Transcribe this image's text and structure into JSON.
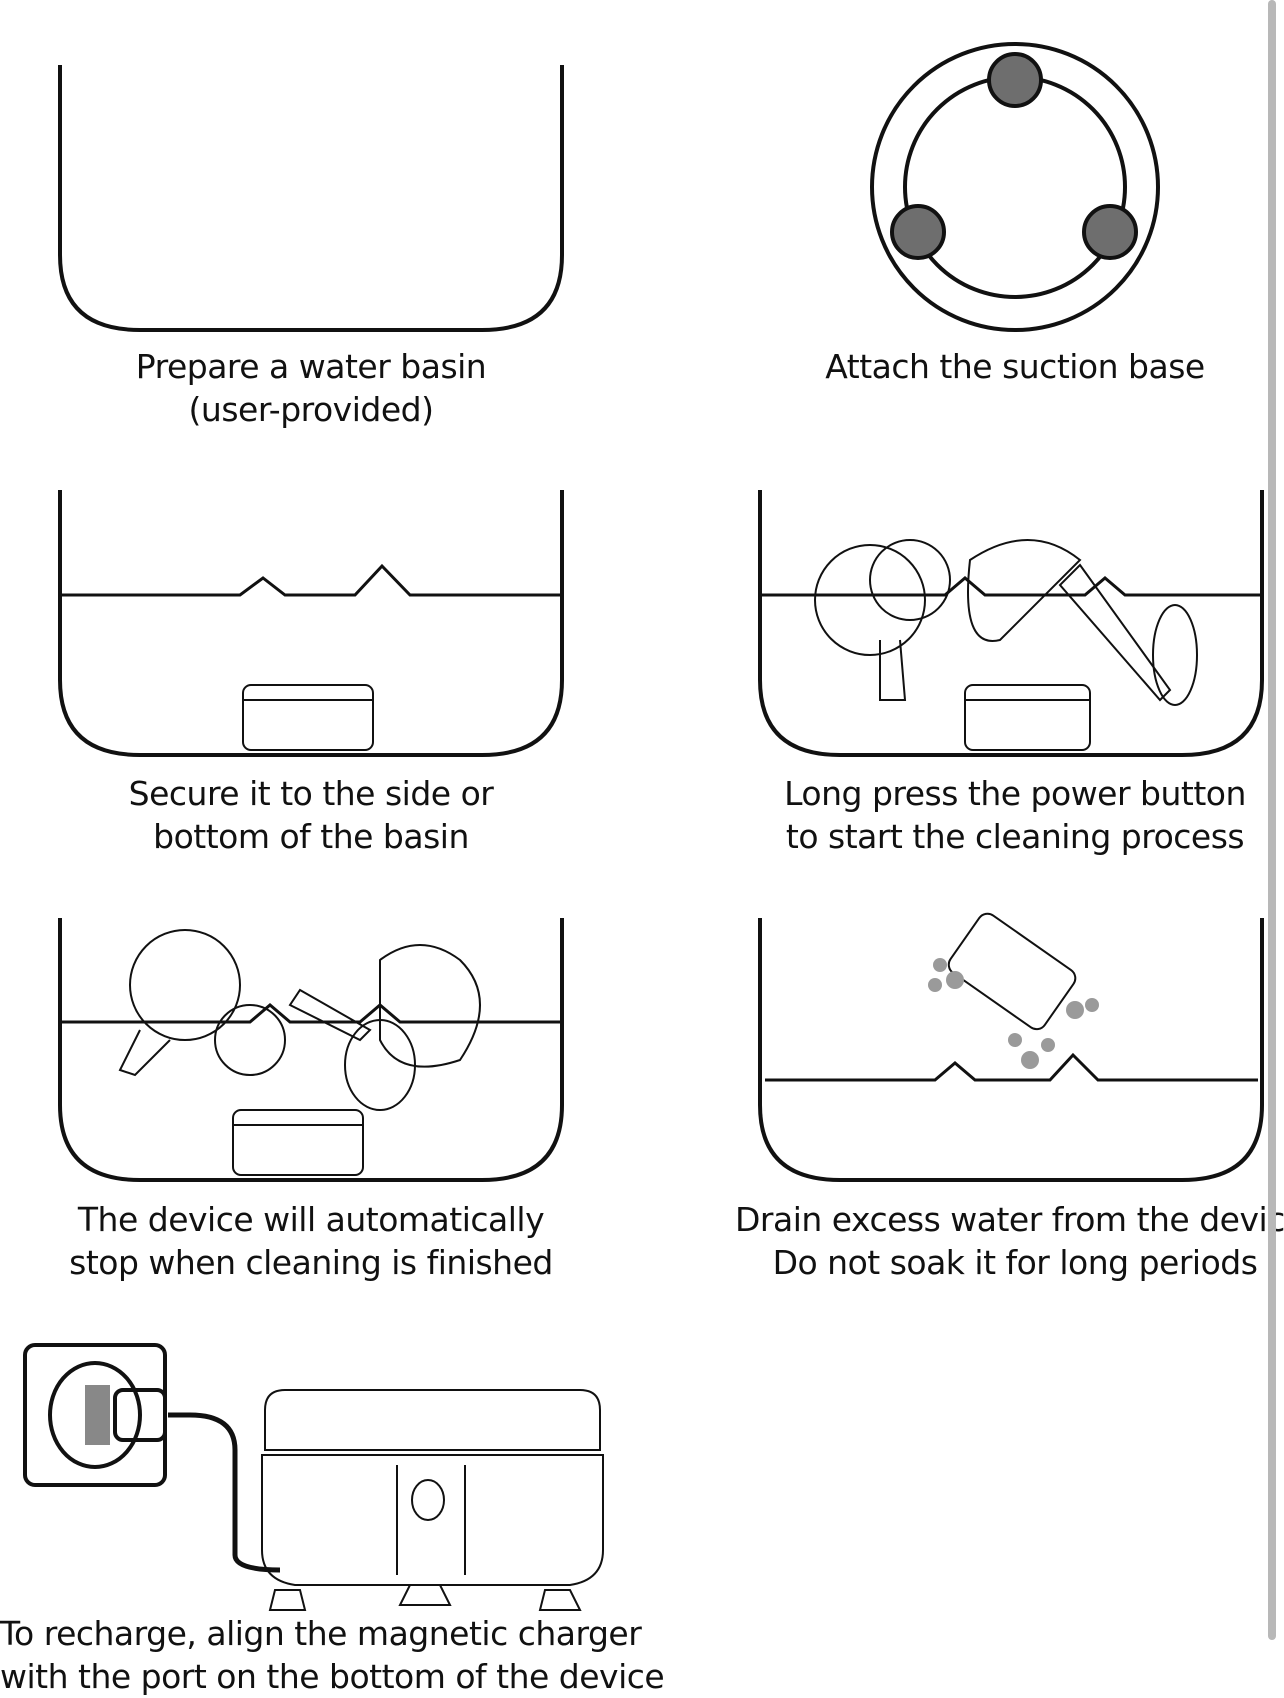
{
  "steps": [
    {
      "line1": "Prepare a water basin",
      "line2": "(user-provided)",
      "icon": "empty-basin"
    },
    {
      "line1": "Attach the suction base",
      "icon": "suction-base"
    },
    {
      "line1": "Secure it to the side or",
      "line2": "bottom of the basin",
      "icon": "basin-with-device"
    },
    {
      "line1": "Long press the power button",
      "line2": "to start the cleaning process",
      "icon": "basin-vegetables-power"
    },
    {
      "line1": "The device will automatically",
      "line2": "stop when cleaning is finished",
      "icon": "basin-vegetables"
    },
    {
      "line1": "Drain excess water from the device.",
      "line2": "Do not soak it for long periods",
      "icon": "drain-device"
    },
    {
      "line1": "To recharge, align the magnetic charger",
      "line2": "with the port on the bottom of the device",
      "icon": "charger"
    }
  ],
  "colors": {
    "stroke": "#111111",
    "dot": "#6e6e6e",
    "drop": "#9a9a9a",
    "scrollbar": "#b8b8b8"
  }
}
